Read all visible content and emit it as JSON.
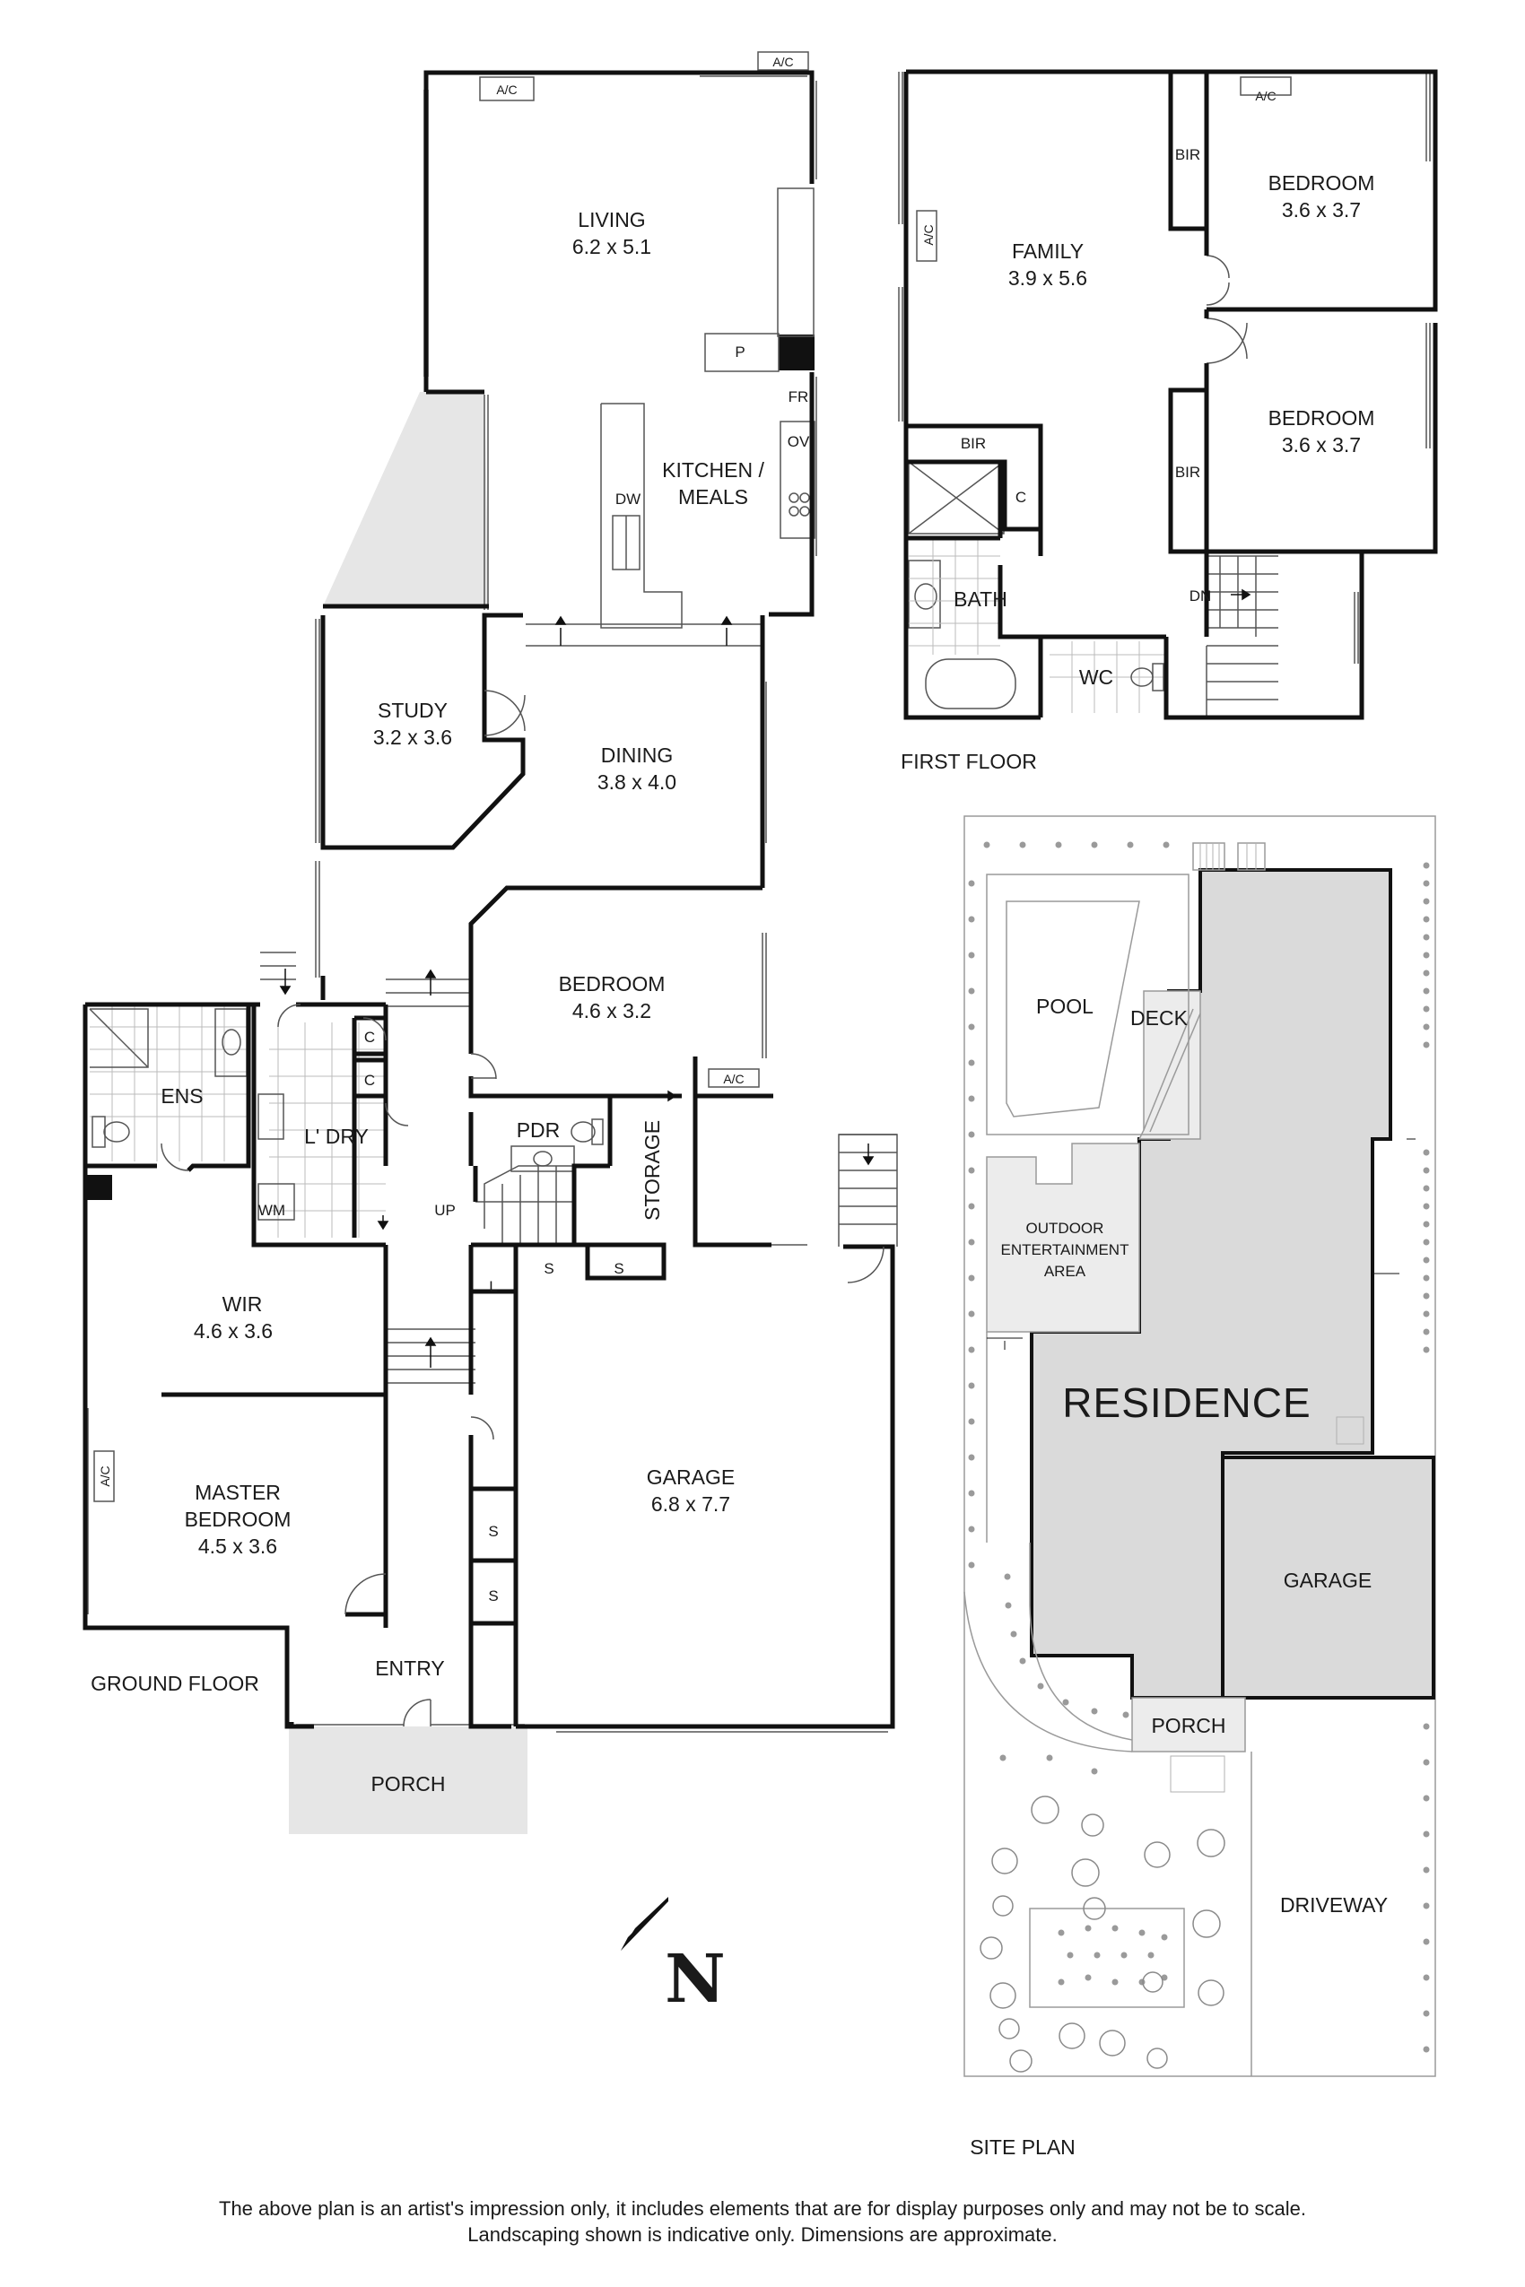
{
  "ground_floor": {
    "caption": "GROUND FLOOR",
    "living": {
      "name": "LIVING",
      "dims": "6.2 x 5.1"
    },
    "kitchen": {
      "name_line1": "KITCHEN /",
      "name_line2": "MEALS"
    },
    "study": {
      "name": "STUDY",
      "dims": "3.2 x 3.6"
    },
    "dining": {
      "name": "DINING",
      "dims": "3.8 x 4.0"
    },
    "bedroom": {
      "name": "BEDROOM",
      "dims": "4.6 x 3.2"
    },
    "ens": "ENS",
    "laundry": "L' DRY",
    "wm": "WM",
    "pdr": "PDR",
    "storage": "STORAGE",
    "up": "UP",
    "wir": {
      "name": "WIR",
      "dims": "4.6 x 3.6"
    },
    "master": {
      "name_line1": "MASTER",
      "name_line2": "BEDROOM",
      "dims": "4.5 x 3.6"
    },
    "garage": {
      "name": "GARAGE",
      "dims": "6.8 x 7.7"
    },
    "entry": "ENTRY",
    "porch": "PORCH",
    "p": "P",
    "fr": "FR",
    "ov": "OV",
    "dw": "DW",
    "cupboard": "C",
    "linen": "L",
    "store": "S",
    "ac": "A/C"
  },
  "first_floor": {
    "caption": "FIRST FLOOR",
    "family": {
      "name": "FAMILY",
      "dims": "3.9 x 5.6"
    },
    "bedroom1": {
      "name": "BEDROOM",
      "dims": "3.6 x 3.7"
    },
    "bedroom2": {
      "name": "BEDROOM",
      "dims": "3.6 x 3.7"
    },
    "bir": "BIR",
    "bath": "BATH",
    "wc": "WC",
    "dn": "DN",
    "cupboard": "C",
    "ac": "A/C"
  },
  "site_plan": {
    "caption": "SITE PLAN",
    "pool": "POOL",
    "deck": "DECK",
    "outdoor_line1": "OUTDOOR",
    "outdoor_line2": "ENTERTAINMENT",
    "outdoor_line3": "AREA",
    "residence": "RESIDENCE",
    "garage": "GARAGE",
    "porch": "PORCH",
    "driveway": "DRIVEWAY"
  },
  "north": "N",
  "disclaimer": {
    "line1": "The above plan is an artist's impression only, it includes elements that are for display purposes only and may not be to scale.",
    "line2": "Landscaping shown is indicative only. Dimensions are approximate."
  },
  "colors": {
    "wall": "#111111",
    "fill_grey": "#e6e6e6",
    "residence_grey": "#dadada",
    "line_grey": "#9a9a9a"
  }
}
